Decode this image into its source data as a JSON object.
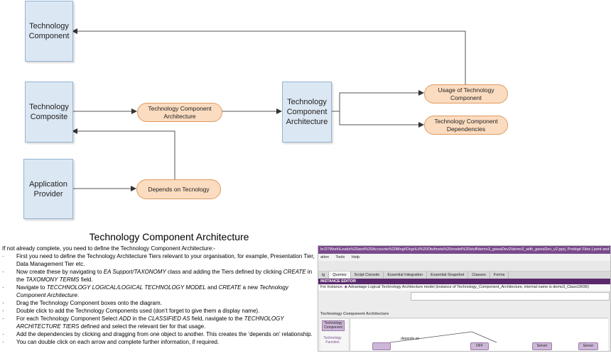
{
  "diagram": {
    "technology_component": "Technology Component",
    "technology_composite": "Technology Composite",
    "application_provider": "Application Provider",
    "technology_component_architecture_box": "Technology Component Architecture",
    "oval_tca": "Technology Component Architecture",
    "oval_depends": "Depends on Tecnology",
    "oval_usage": "Usage of Technology Component",
    "oval_dependencies": "Technology Component Dependencies"
  },
  "text": {
    "title": "Technology Component Architecture",
    "intro": "If not already complete, you need to define the Technology Component Architecture:-",
    "bullet": "·",
    "steps": [
      {
        "parts": [
          "First you need to define the Technology Architecture Tiers relevant to your organisation, for example, Presentation Tier, Data Management Tier etc."
        ]
      },
      {
        "parts": [
          "Now create these by navigating to ",
          "EA Support/TAXONOMY",
          " class and adding the Tiers defined by clicking ",
          "CREATE",
          " in the ",
          "TAXOMONY TERMS",
          " field."
        ]
      },
      {
        "parts": [
          "Navigate to ",
          "TECCHNOLOGY LOGICAL/LOGICAL TECHNOLOGY MODEL",
          " and ",
          "CREATE",
          " a new ",
          "Technology Component Architecture",
          "."
        ]
      },
      {
        "parts": [
          " Drag the Technology Component boxes onto the diagram."
        ]
      },
      {
        "parts": [
          "Double click to add the Technology Components used (don’t forget to give them a display name)."
        ]
      },
      {
        "parts": [
          "For each Technology Component Select ",
          "ADD",
          " in the ",
          "CLASSIFIED AS",
          " field, navigate to the ",
          "TECHNOLOGY ARCHITECTURE TIERS",
          " defined and select the relevant tier for that usage."
        ]
      },
      {
        "parts": [
          "Add the dependencies by clicking and dragging from one object to another.  This creates the ‘depends on’ relationship."
        ]
      },
      {
        "parts": [
          "You can double click on each arrow and complete further information, if required."
        ]
      }
    ]
  },
  "screenshot": {
    "titlebar": "le:D?Work\\Leads%20and%20Accounts%20Mngt\\Orgs\\Lil%20Otufmeta%20model%20stuff\\demo3_gweaDev2\\demo3_with_gweaDev_v2.pprj, Protégé Files (.pont and .p...",
    "menu": [
      "ation",
      "Tools",
      "Help"
    ],
    "tabs": [
      "ig",
      "Queries",
      "Script Console",
      "Essential Integration",
      "Essential Snapshot",
      "Classes",
      "Forms"
    ],
    "band": "INSTANCE EDITOR",
    "for_instance_label": "For Instance:",
    "for_instance_value": "Advantage Logical Technology Architecture model   (instance of Technology_Component_Architecture, internal name is demo3_Class19036)",
    "panel_title": "Technology Component Architecture",
    "palette": [
      "Technology Component",
      "Technology Function"
    ],
    "depends_on": "depends on",
    "nodes": [
      "OFF",
      "Server",
      "Server"
    ]
  }
}
